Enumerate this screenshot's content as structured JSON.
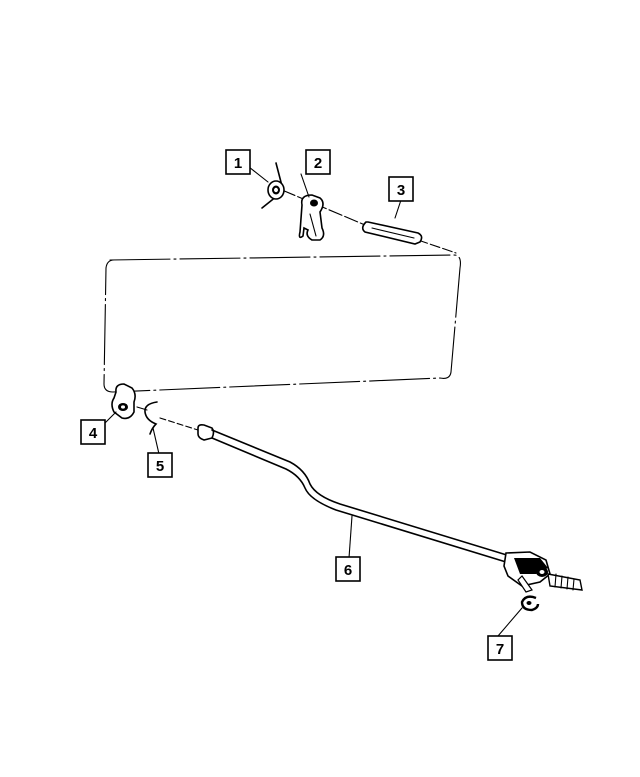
{
  "callouts": [
    {
      "id": "1",
      "label": "1"
    },
    {
      "id": "2",
      "label": "2"
    },
    {
      "id": "3",
      "label": "3"
    },
    {
      "id": "4",
      "label": "4"
    },
    {
      "id": "5",
      "label": "5"
    },
    {
      "id": "6",
      "label": "6"
    },
    {
      "id": "7",
      "label": "7"
    }
  ],
  "parts": [
    {
      "callout": "1",
      "icon": "grommet-icon"
    },
    {
      "callout": "2",
      "icon": "lever-bracket-icon"
    },
    {
      "callout": "3",
      "icon": "sleeve-tube-icon"
    },
    {
      "callout": "4",
      "icon": "clip-icon"
    },
    {
      "callout": "5",
      "icon": "ring-clip-icon"
    },
    {
      "callout": "6",
      "icon": "cable-rod-icon"
    },
    {
      "callout": "7",
      "icon": "e-clip-icon"
    }
  ]
}
